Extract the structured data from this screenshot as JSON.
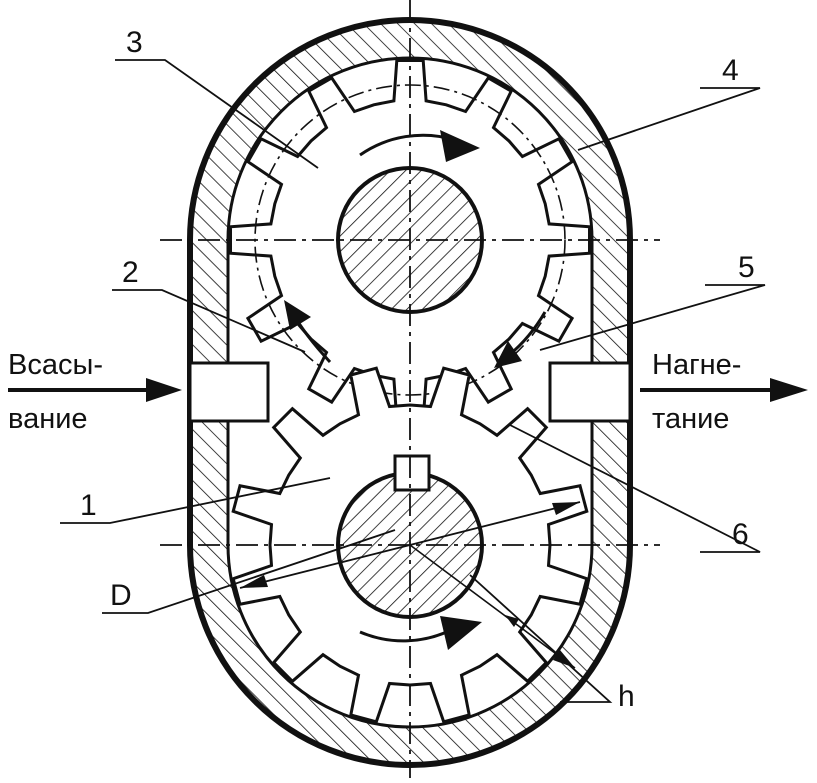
{
  "labels": {
    "part1": "1",
    "part2": "2",
    "part3": "3",
    "part4": "4",
    "part5": "5",
    "part6": "6",
    "diameter": "D",
    "clearance": "h"
  },
  "inlet": {
    "line1": "Всасы-",
    "line2": "вание"
  },
  "outlet": {
    "line1": "Нагне-",
    "line2": "тание"
  },
  "colors": {
    "ink": "#111111",
    "paper": "#ffffff"
  }
}
